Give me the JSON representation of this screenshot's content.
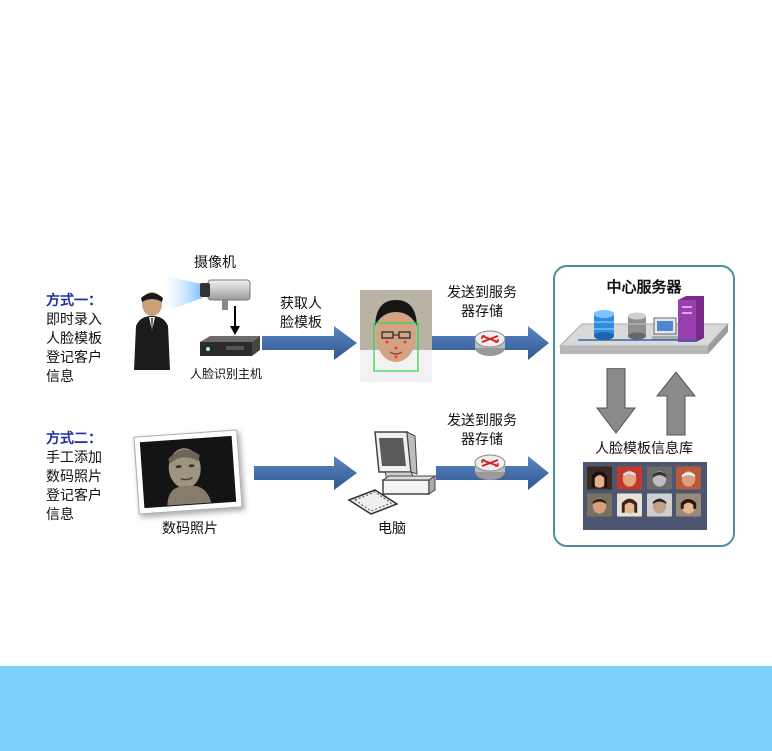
{
  "method1": {
    "title": "方式一：",
    "lines": [
      "即时录入",
      "人脸模板",
      "登记客户",
      "信息"
    ]
  },
  "method2": {
    "title": "方式二：",
    "lines": [
      "手工添加",
      "数码照片",
      "登记客户",
      "信息"
    ]
  },
  "camera_label": "摄像机",
  "recognizer_label": "人脸识别主机",
  "extract_label": [
    "获取人",
    "脸模板"
  ],
  "send_label_top": [
    "发送到服务",
    "器存储"
  ],
  "send_label_bottom": [
    "发送到服务",
    "器存储"
  ],
  "photo_label": "数码照片",
  "computer_label": "电脑",
  "server": {
    "title": "中心服务器",
    "db_label": "人脸模板信息库"
  },
  "colors": {
    "accent_blue": "#1a2ea8",
    "arrow_blue": "#3f6aa8",
    "band": "#7ccffb",
    "server_border": "#4a8fa0"
  },
  "icons": [
    "person-icon",
    "camera-icon",
    "recognizer-device-icon",
    "face-capture-icon",
    "router-icon",
    "digital-photo-icon",
    "computer-icon",
    "server-rack-icon",
    "face-database-icon"
  ]
}
